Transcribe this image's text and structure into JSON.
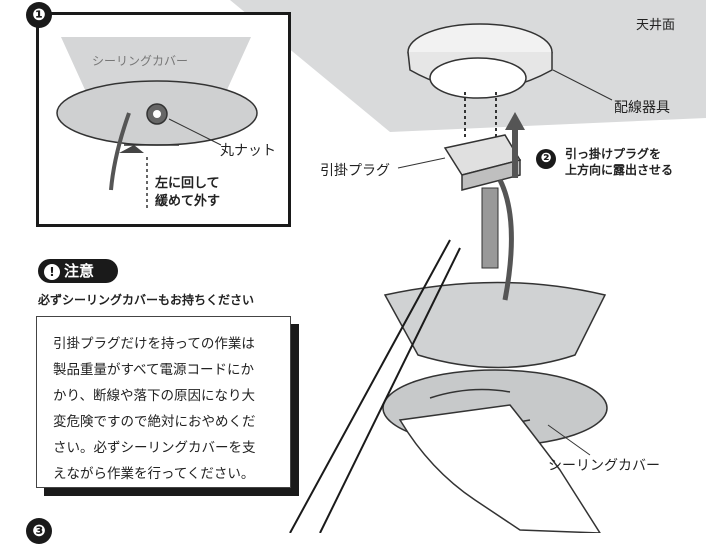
{
  "step1": {
    "badge": "❶",
    "cover_label_inside": "シーリングカバー",
    "nut_label": "丸ナット",
    "instruction_line1": "左に回して",
    "instruction_line2": "緩めて外す"
  },
  "ceiling": {
    "surface_label": "天井面",
    "fixture_label": "配線器具"
  },
  "plug": {
    "label": "引掛プラグ"
  },
  "step2": {
    "badge": "❷",
    "instruction_line1": "引っ掛けプラグを",
    "instruction_line2": "上方向に露出させる"
  },
  "caution": {
    "icon": "!",
    "title": "注意",
    "subtitle": "必ずシーリングカバーもお持ちください",
    "body_lines": [
      "引掛プラグだけを持っての作業は",
      "製品重量がすべて電源コードにか",
      "かり、断線や落下の原因になり大",
      "変危険ですので絶対におやめくだ",
      "さい。必ずシーリングカバーを支",
      "えながら作業を行ってください。"
    ]
  },
  "cover": {
    "label": "シーリングカバー"
  },
  "step3": {
    "badge": "❸"
  }
}
